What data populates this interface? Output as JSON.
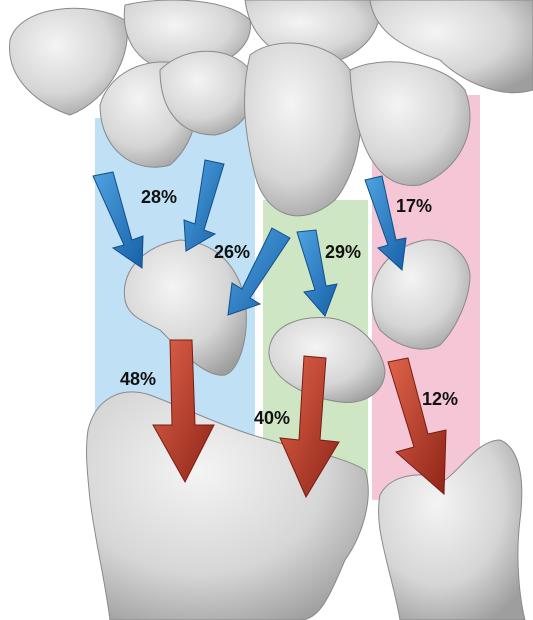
{
  "figure": {
    "columns": [
      {
        "color": "#bfe0f5"
      },
      {
        "color": "#cfe6c4"
      },
      {
        "color": "#f4c6d6"
      }
    ],
    "bone_color": "#d9d9d9",
    "arrow_colors": {
      "upper": "#1f78c8",
      "lower": "#b43a28"
    },
    "labels": {
      "a1": "28%",
      "a2": "26%",
      "a3": "29%",
      "a4": "17%",
      "b1": "48%",
      "b2": "40%",
      "b3": "12%"
    }
  }
}
